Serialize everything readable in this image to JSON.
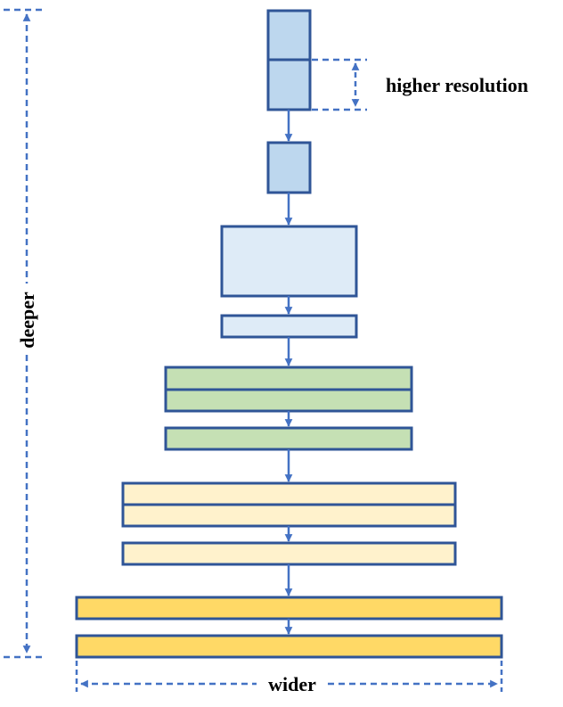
{
  "labels": {
    "higher_resolution": "higher resolution",
    "deeper": "deeper",
    "wider": "wider"
  },
  "colors": {
    "stroke": "#2F5597",
    "arrow": "#4472C4",
    "blue_mid": "#BDD7EE",
    "blue_light": "#DEEBF7",
    "green": "#C5E0B4",
    "yellow_light": "#FFF2CC",
    "yellow": "#FFD966"
  },
  "blocks": [
    {
      "name": "block-blue-top-1",
      "fill": "blue_mid"
    },
    {
      "name": "block-blue-top-2",
      "fill": "blue_mid"
    },
    {
      "name": "block-blue-small",
      "fill": "blue_mid"
    },
    {
      "name": "block-lightblue-large",
      "fill": "blue_light"
    },
    {
      "name": "block-lightblue-thin",
      "fill": "blue_light"
    },
    {
      "name": "block-green-1",
      "fill": "green"
    },
    {
      "name": "block-green-2",
      "fill": "green"
    },
    {
      "name": "block-green-3",
      "fill": "green"
    },
    {
      "name": "block-cream-1",
      "fill": "yellow_light"
    },
    {
      "name": "block-cream-2",
      "fill": "yellow_light"
    },
    {
      "name": "block-cream-3",
      "fill": "yellow_light"
    },
    {
      "name": "block-yellow-1",
      "fill": "yellow"
    },
    {
      "name": "block-yellow-2",
      "fill": "yellow"
    }
  ]
}
